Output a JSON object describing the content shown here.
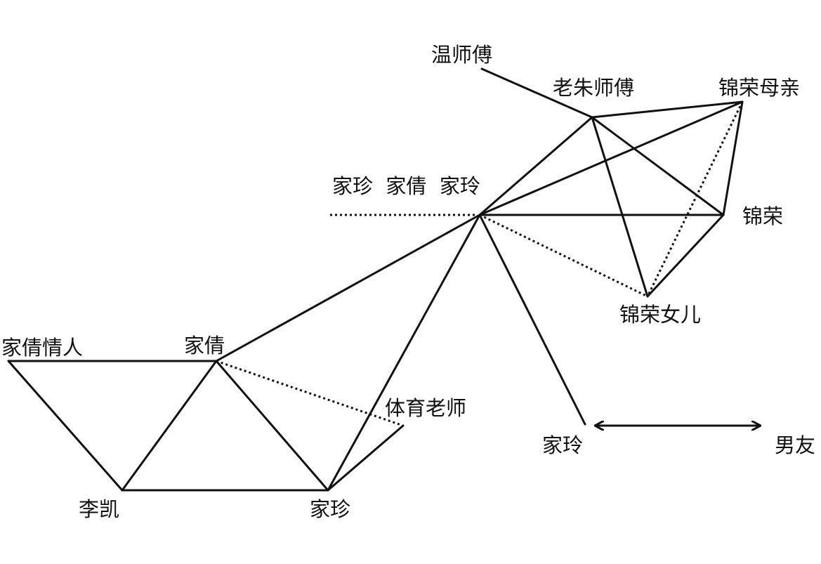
{
  "diagram": {
    "nodes": {
      "wen_shifu": {
        "label": "温师傅"
      },
      "lao_zhu_shifu": {
        "label": "老朱师傅"
      },
      "jinrong_muqin": {
        "label": "锦荣母亲"
      },
      "sisters": {
        "label": "家珍  家倩  家玲"
      },
      "jinrong": {
        "label": "锦荣"
      },
      "jinrong_nver": {
        "label": "锦荣女儿"
      },
      "jiaqian_qingren": {
        "label": "家倩情人"
      },
      "jiaqian": {
        "label": "家倩"
      },
      "tiyu_laoshi": {
        "label": "体育老师"
      },
      "li_kai": {
        "label": "李凯"
      },
      "jiazhen": {
        "label": "家珍"
      },
      "jialing": {
        "label": "家玲"
      },
      "nanyou": {
        "label": "男友"
      }
    },
    "edges": [
      {
        "from": "wen_shifu",
        "to": "lao_zhu_shifu",
        "style": "solid"
      },
      {
        "from": "lao_zhu_shifu",
        "to": "jinrong_muqin",
        "style": "solid"
      },
      {
        "from": "lao_zhu_shifu",
        "to": "sisters",
        "style": "solid"
      },
      {
        "from": "lao_zhu_shifu",
        "to": "jinrong",
        "style": "solid"
      },
      {
        "from": "lao_zhu_shifu",
        "to": "jinrong_nver",
        "style": "solid"
      },
      {
        "from": "jinrong_muqin",
        "to": "sisters",
        "style": "solid"
      },
      {
        "from": "jinrong_muqin",
        "to": "jinrong",
        "style": "solid"
      },
      {
        "from": "jinrong_muqin",
        "to": "jinrong_nver",
        "style": "dotted"
      },
      {
        "from": "sisters",
        "to": "jinrong",
        "style": "solid"
      },
      {
        "from": "sisters",
        "to": "jinrong_nver",
        "style": "dotted"
      },
      {
        "from": "jinrong",
        "to": "jinrong_nver",
        "style": "solid"
      },
      {
        "from": "sisters",
        "to": "jiaqian",
        "style": "solid"
      },
      {
        "from": "sisters",
        "to": "jiazhen",
        "style": "solid"
      },
      {
        "from": "sisters",
        "to": "jialing",
        "style": "solid"
      },
      {
        "from": "jiaqian_qingren",
        "to": "jiaqian",
        "style": "solid"
      },
      {
        "from": "jiaqian_qingren",
        "to": "li_kai",
        "style": "solid"
      },
      {
        "from": "jiaqian",
        "to": "li_kai",
        "style": "solid"
      },
      {
        "from": "jiaqian",
        "to": "jiazhen",
        "style": "solid"
      },
      {
        "from": "jiaqian",
        "to": "tiyu_laoshi",
        "style": "dotted"
      },
      {
        "from": "li_kai",
        "to": "jiazhen",
        "style": "solid"
      },
      {
        "from": "jiazhen",
        "to": "tiyu_laoshi",
        "style": "solid"
      },
      {
        "from": "jialing",
        "to": "nanyou",
        "style": "double-arrow"
      }
    ]
  }
}
